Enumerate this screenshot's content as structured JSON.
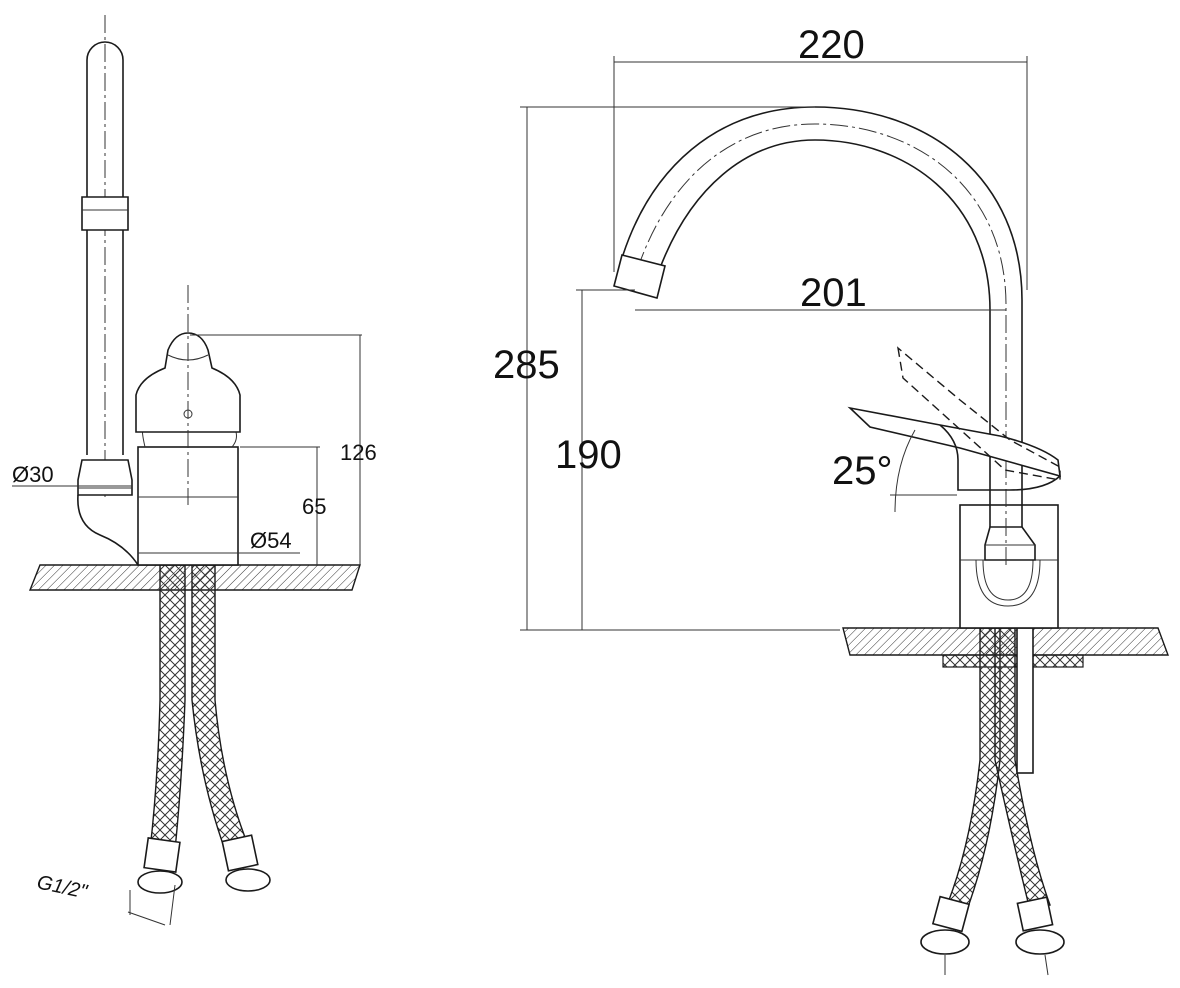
{
  "drawing": {
    "side_view": {
      "dim_height_total": "126",
      "dim_body_height": "65",
      "dim_body_diameter": "Ø54",
      "dim_spout_diameter": "Ø30",
      "thread_label": "G1/2\""
    },
    "front_view": {
      "dim_reach_total": "220",
      "dim_reach_outlet": "201",
      "dim_height_total": "285",
      "dim_outlet_height": "190",
      "lever_angle": "25°"
    }
  }
}
